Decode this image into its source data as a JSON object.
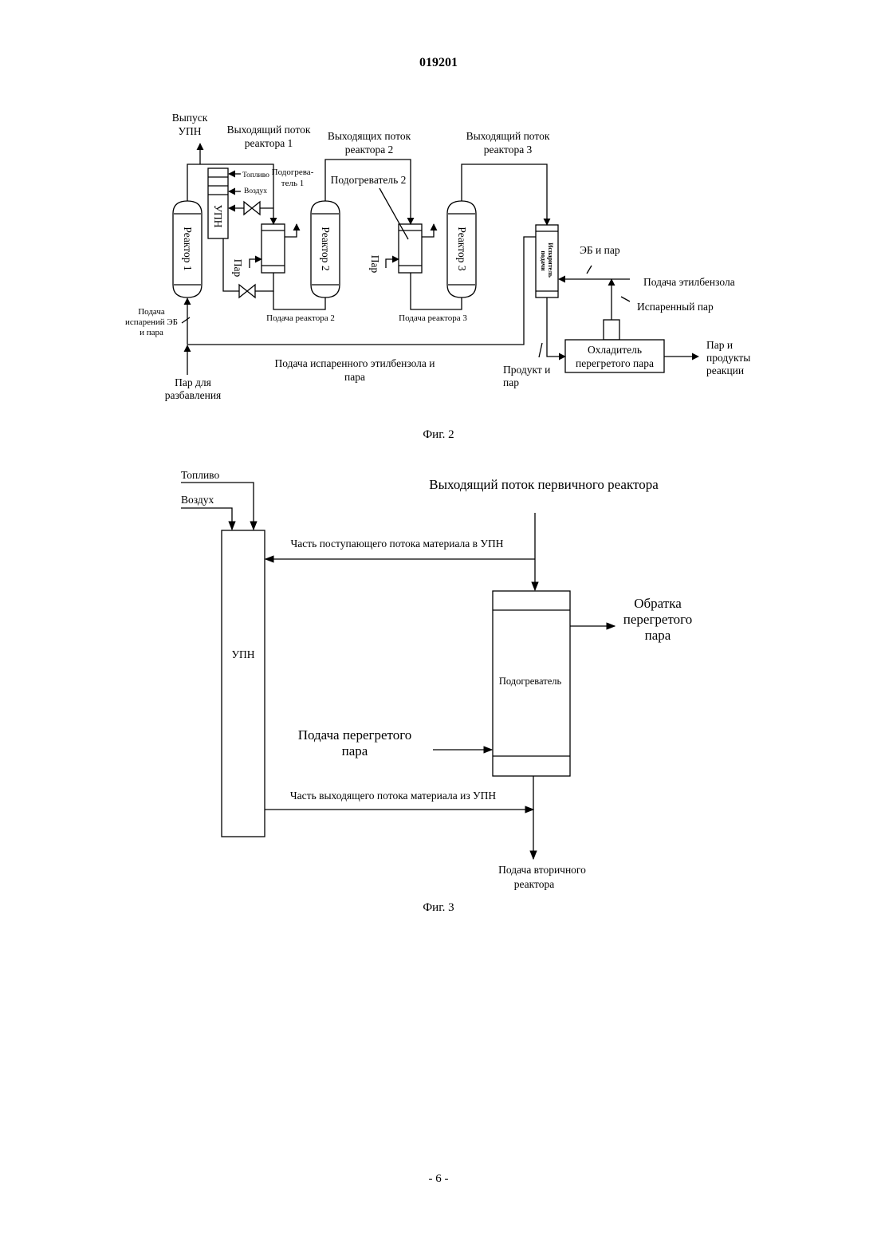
{
  "page": {
    "doc_number": "019201",
    "page_number": "- 6 -"
  },
  "fig2": {
    "caption": "Фиг. 2",
    "upn_release_1": "Выпуск",
    "upn_release_2": "УПН",
    "out1_1": "Выходящий поток",
    "out1_2": "реактора 1",
    "out2_1": "Выходящих поток",
    "out2_2": "реактора 2",
    "out3_1": "Выходящий поток",
    "out3_2": "реактора 3",
    "fuel": "Топливо",
    "air": "Воздух",
    "heater1_1": "Подогрева-",
    "heater1_2": "тель 1",
    "heater2": "Подогреватель 2",
    "upn": "УПН",
    "reactor1": "Реактор 1",
    "reactor2": "Реактор 2",
    "reactor3": "Реактор 3",
    "steam": "Пар",
    "evaporator_1": "Испаритель",
    "evaporator_2": "подачи",
    "eb_and_steam": "ЭБ и пар",
    "eb_feed": "Подача этилбензола",
    "evaporated_steam": "Испаренный пар",
    "feed_eb_vapor_1": "Подача",
    "feed_eb_vapor_2": "испарений ЭБ",
    "feed_eb_vapor_3": "и пара",
    "feed_reactor2": "Подача реактора 2",
    "feed_reactor3": "Подача реактора 3",
    "cooler_1": "Охладитель",
    "cooler_2": "перегретого пара",
    "steam_products_1": "Пар и",
    "steam_products_2": "продукты",
    "steam_products_3": "реакции",
    "evap_feed_1": "Подача испаренного этилбензола и",
    "evap_feed_2": "пара",
    "product_steam_1": "Продукт и",
    "product_steam_2": "пар",
    "dilution_1": "Пар для",
    "dilution_2": "разбавления"
  },
  "fig3": {
    "caption": "Фиг. 3",
    "fuel": "Топливо",
    "air": "Воздух",
    "primary_out": "Выходящий поток первичного реактора",
    "part_in": "Часть поступающего потока материала в УПН",
    "upn": "УПН",
    "heater": "Подогреватель",
    "return_1": "Обратка",
    "return_2": "перегретого",
    "return_3": "пара",
    "sh_feed_1": "Подача перегретого",
    "sh_feed_2": "пара",
    "part_out": "Часть выходящего потока материала из УПН",
    "secondary_1": "Подача вторичного",
    "secondary_2": "реактора"
  }
}
